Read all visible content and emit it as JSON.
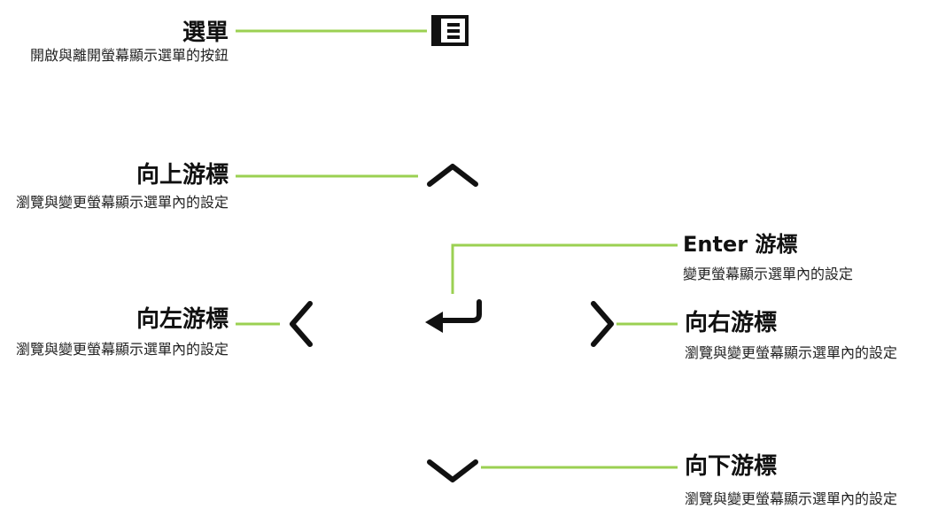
{
  "colors": {
    "connector": "#9bd052",
    "icon": "#111111",
    "text": "#111111"
  },
  "menu": {
    "title": "選單",
    "description": "開啟與離開螢幕顯示選單的按鈕",
    "icon": "menu-icon"
  },
  "up": {
    "title": "向上游標",
    "description": "瀏覽與變更螢幕顯示選單內的設定",
    "icon": "chevron-up-icon"
  },
  "left": {
    "title": "向左游標",
    "description": "瀏覽與變更螢幕顯示選單內的設定",
    "icon": "chevron-left-icon"
  },
  "enter": {
    "title": "Enter 游標",
    "description": "變更螢幕顯示選單內的設定",
    "icon": "enter-icon"
  },
  "right": {
    "title": "向右游標",
    "description": "瀏覽與變更螢幕顯示選單內的設定",
    "icon": "chevron-right-icon"
  },
  "down": {
    "title": "向下游標",
    "description": "瀏覽與變更螢幕顯示選單內的設定",
    "icon": "chevron-down-icon"
  }
}
